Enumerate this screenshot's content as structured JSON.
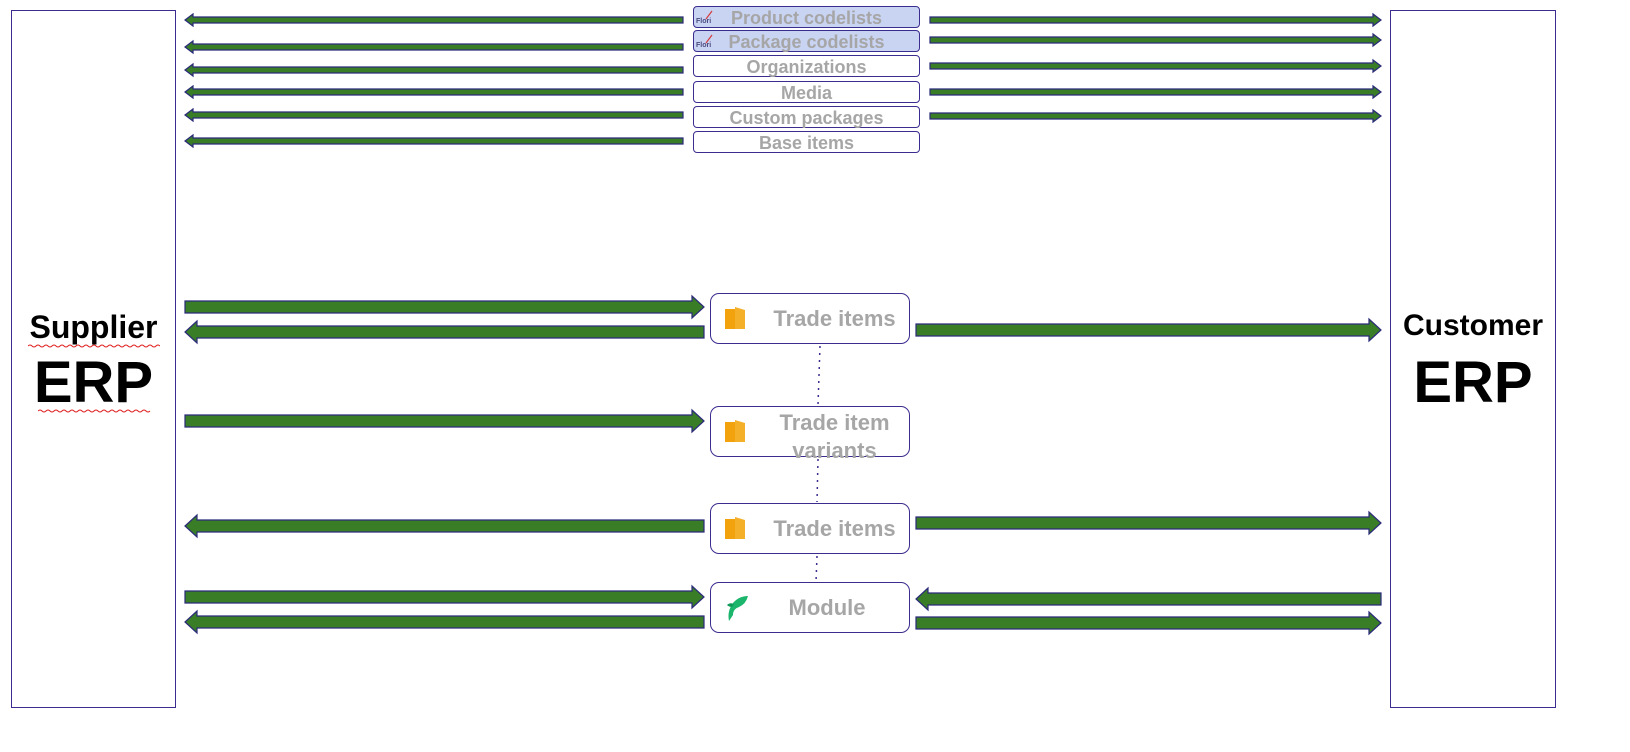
{
  "supplier": {
    "line1": "Supplier",
    "line2": "ERP"
  },
  "customer": {
    "line1": "Customer",
    "line2": "ERP"
  },
  "codelists": [
    {
      "label": "Product codelists",
      "icon": "floricode-logo"
    },
    {
      "label": "Package codelists",
      "icon": "floricode-logo"
    },
    {
      "label": "Organizations"
    },
    {
      "label": "Media"
    },
    {
      "label": "Custom packages"
    },
    {
      "label": "Base items"
    }
  ],
  "nodes": [
    {
      "label": "Trade items",
      "icon": "folder-icon"
    },
    {
      "label": "Trade item variants",
      "icon": "folder-icon"
    },
    {
      "label": "Trade items",
      "icon": "folder-icon"
    },
    {
      "label": "Module",
      "icon": "leaf-icon"
    }
  ],
  "colors": {
    "arrow_fill": "#3a7d27",
    "arrow_stroke": "#2b2a7a",
    "border": "#3b2d8f",
    "highlight": "#c9d3f2",
    "label_gray": "#a6a6a6",
    "folder": "#f2a20d",
    "leaf": "#1bb56c"
  }
}
